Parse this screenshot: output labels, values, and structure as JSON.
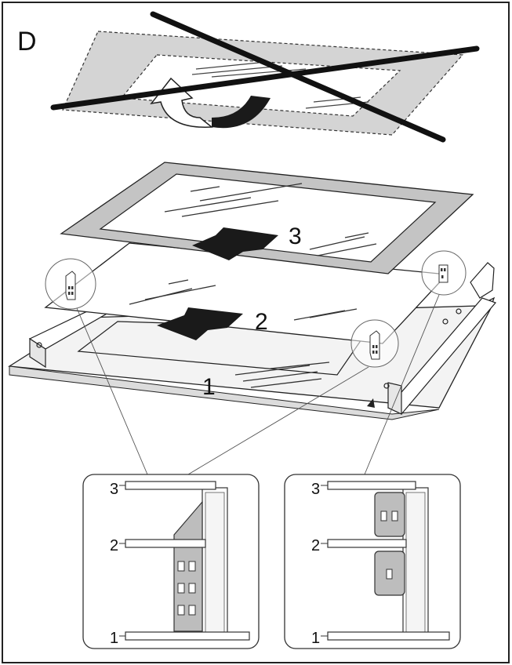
{
  "panel_letter": "D",
  "glass_labels": {
    "inner": "1",
    "middle": "2",
    "outer": "3"
  },
  "detail_left": {
    "level_top": "3",
    "level_middle": "2",
    "level_bottom": "1"
  },
  "detail_right": {
    "level_top": "3",
    "level_middle": "2",
    "level_bottom": "1"
  },
  "colors": {
    "line": "#222222",
    "gray_frame": "#c4c4c4",
    "clip_gray": "#bdbdbd",
    "arrow": "#1a1a1a",
    "cross": "#111111"
  }
}
